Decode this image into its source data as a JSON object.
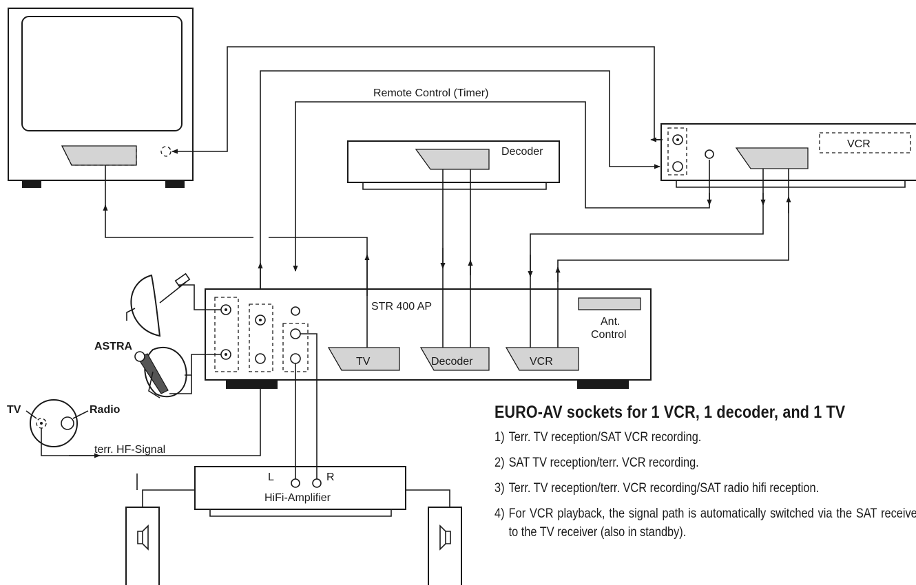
{
  "labels": {
    "remote_control": "Remote Control (Timer)",
    "decoder_device": "Decoder",
    "vcr_device": "VCR",
    "receiver_model": "STR  400 AP",
    "ant_control": "Ant.\nControl",
    "ant_line1": "Ant.",
    "ant_line2": "Control",
    "socket_tv": "TV",
    "socket_decoder": "Decoder",
    "socket_vcr": "VCR",
    "astra": "ASTRA",
    "antenna_tv": "TV",
    "antenna_radio": "Radio",
    "terr_hf": "terr. HF-Signal",
    "amp_left": "L",
    "amp_right": "R",
    "amplifier": "HiFi-Amplifier"
  },
  "text_panel": {
    "heading": "EURO-AV sockets for 1 VCR, 1 decoder, and 1 TV",
    "items": [
      {
        "num": "1)",
        "text": "Terr. TV reception/SAT VCR recording."
      },
      {
        "num": "2)",
        "text": "SAT TV reception/terr. VCR recording."
      },
      {
        "num": "3)",
        "text": "Terr. TV reception/terr. VCR recording/SAT radio hifi reception."
      },
      {
        "num": "4)",
        "text": "For VCR playback, the signal path is automatically switched via the SAT receiver to the TV receiver (also in standby)."
      }
    ]
  }
}
